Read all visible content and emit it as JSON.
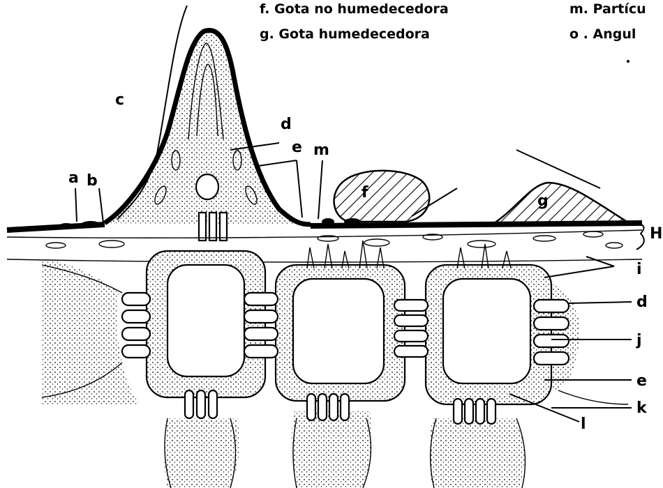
{
  "legend": {
    "f": "f. Gota no humedecedora",
    "g": "g. Gota humedecedora",
    "m": "m. Partícu",
    "o": "o . Angul"
  },
  "labels": {
    "a": "a",
    "b": "b",
    "c": "c",
    "d_top": "d",
    "e_top": "e",
    "m": "m",
    "f": "f",
    "g": "g",
    "h": "H",
    "i": "i",
    "d_right": "d",
    "j": "j",
    "e_right": "e",
    "k": "k",
    "l": "l"
  },
  "colors": {
    "ink": "#000000",
    "paper": "#ffffff"
  }
}
